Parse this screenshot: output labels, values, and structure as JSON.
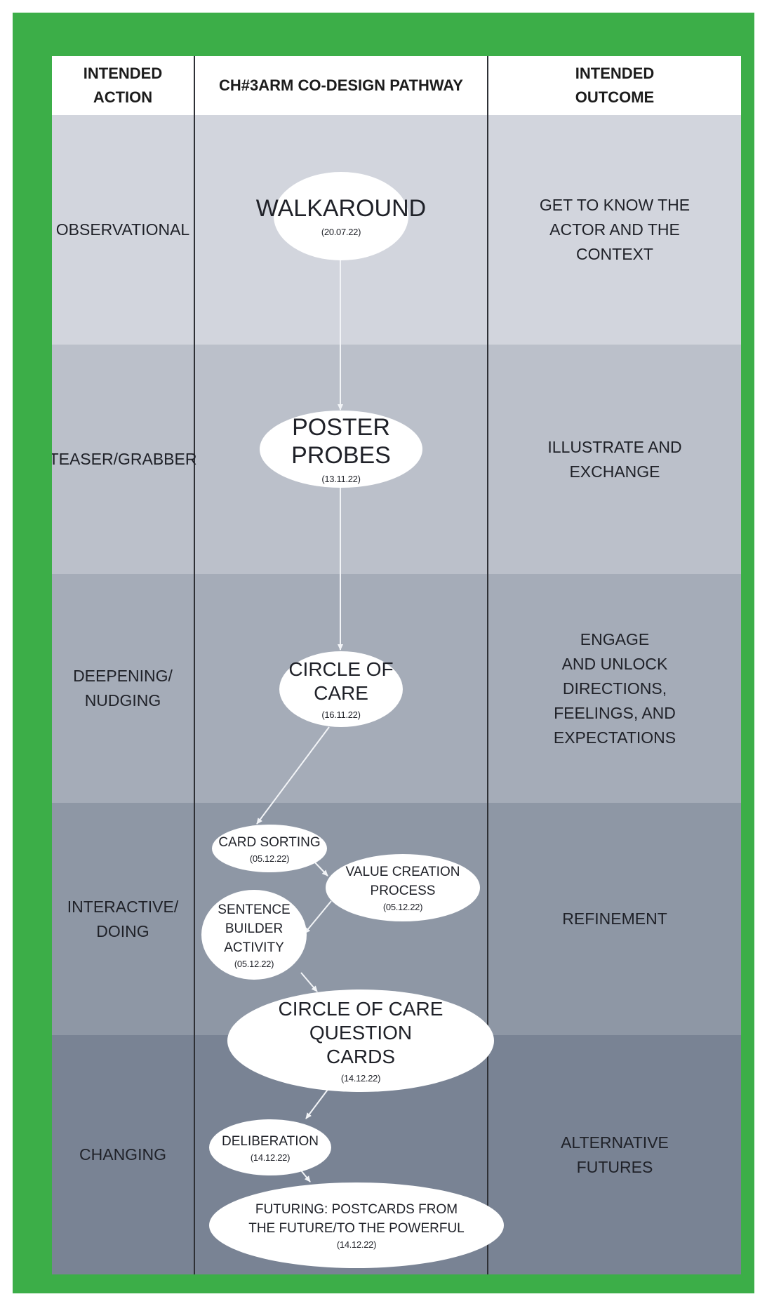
{
  "header": {
    "col_action": "INTENDED\nACTION",
    "col_pathway": "CH#3ARM CO-DESIGN PATHWAY",
    "col_outcome": "INTENDED\nOUTCOME"
  },
  "rows": [
    {
      "action": "OBSERVATIONAL",
      "outcome": "GET TO KNOW THE\nACTOR AND THE\nCONTEXT"
    },
    {
      "action": "TEASER/GRABBER",
      "outcome": "ILLUSTRATE AND\nEXCHANGE"
    },
    {
      "action": "DEEPENING/\nNUDGING",
      "outcome": "ENGAGE\nAND UNLOCK\nDIRECTIONS,\nFEELINGS, AND\nEXPECTATIONS"
    },
    {
      "action": "INTERACTIVE/\nDOING",
      "outcome": "REFINEMENT"
    },
    {
      "action": "CHANGING",
      "outcome": "ALTERNATIVE\nFUTURES"
    }
  ],
  "nodes": {
    "walkaround": {
      "label": "WALKAROUND",
      "date": "(20.07.22)"
    },
    "poster_probes": {
      "label": "POSTER PROBES",
      "date": "(13.11.22)"
    },
    "circle_of_care": {
      "label": "CIRCLE OF CARE",
      "date": "(16.11.22)"
    },
    "card_sorting": {
      "label": "CARD SORTING",
      "date": "(05.12.22)"
    },
    "value_creation": {
      "label": "VALUE CREATION\nPROCESS",
      "date": "(05.12.22)"
    },
    "sentence_builder": {
      "label": "SENTENCE\nBUILDER\nACTIVITY",
      "date": "(05.12.22)"
    },
    "question_cards": {
      "label": "CIRCLE OF CARE QUESTION\nCARDS",
      "date": "(14.12.22)"
    },
    "deliberation": {
      "label": "DELIBERATION",
      "date": "(14.12.22)"
    },
    "futuring": {
      "label": "FUTURING: POSTCARDS FROM\nTHE FUTURE/TO THE POWERFUL",
      "date": "(14.12.22)"
    }
  },
  "colors": {
    "frame": "#3cae48",
    "band_1": "#d2d5dd",
    "band_2": "#bbc0ca",
    "band_3": "#a5acb8",
    "band_4": "#8e97a5",
    "band_5": "#798394",
    "connector": "#f2f4f7",
    "grid_line": "#2e3035"
  }
}
